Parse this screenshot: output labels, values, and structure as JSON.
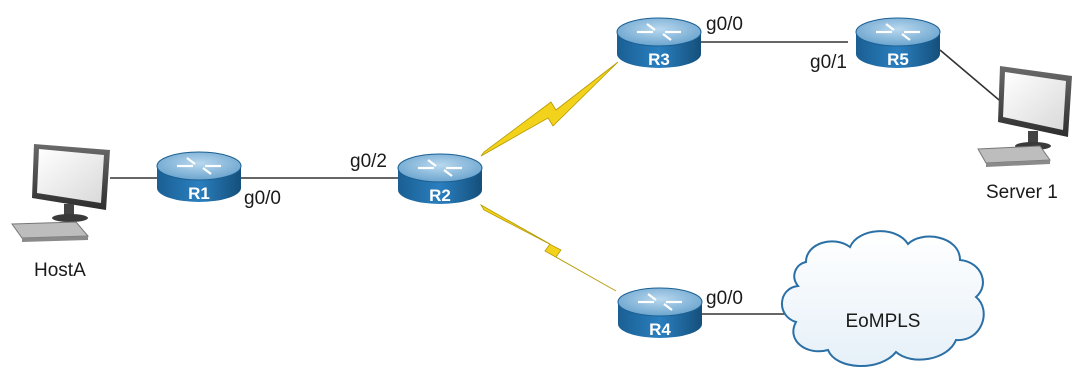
{
  "routers": {
    "r1": "R1",
    "r2": "R2",
    "r3": "R3",
    "r4": "R4",
    "r5": "R5"
  },
  "ports": {
    "r1_g00": "g0/0",
    "r2_g02": "g0/2",
    "r3_g00": "g0/0",
    "r5_g01": "g0/1",
    "r4_g00": "g0/0"
  },
  "devices": {
    "host": "HostA",
    "server": "Server 1"
  },
  "cloud": {
    "label": "EoMPLS"
  },
  "colors": {
    "router_top": "#7fb3d8",
    "router_body": "#1f6fa8",
    "serial_link": "#f2d21a",
    "line": "#333333"
  }
}
